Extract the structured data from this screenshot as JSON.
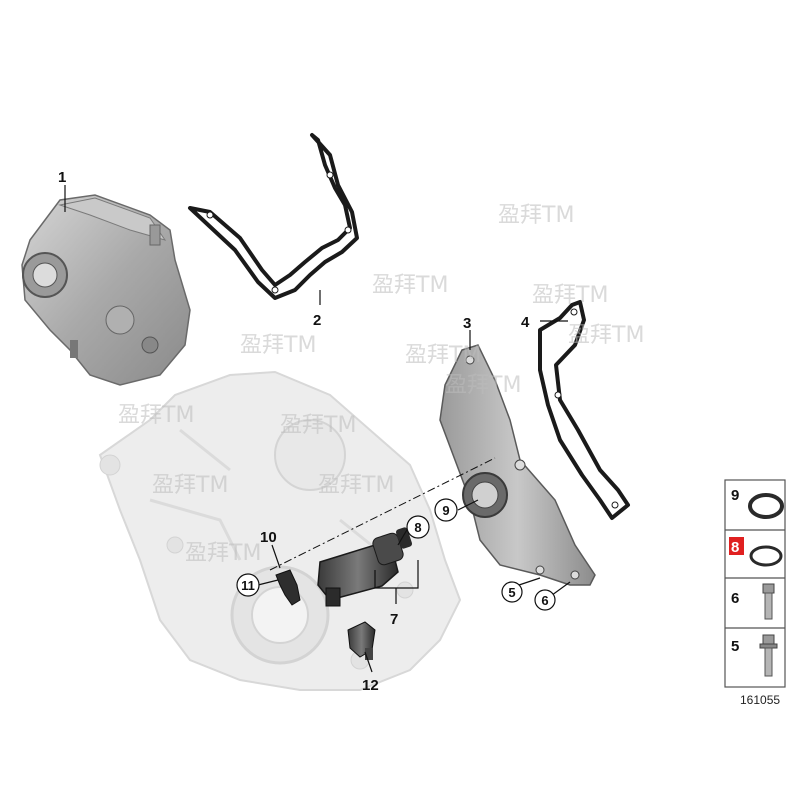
{
  "watermark": "盈拜TM",
  "callouts": {
    "c1": "1",
    "c2": "2",
    "c3": "3",
    "c4": "4",
    "c5": "5",
    "c6": "6",
    "c7": "7",
    "c8": "8",
    "c9": "9",
    "c10": "10",
    "c11": "11",
    "c12": "12"
  },
  "legend": {
    "items": [
      {
        "label": "9",
        "icon": "o-ring-thick"
      },
      {
        "label": "8",
        "icon": "o-ring-thin",
        "highlighted": true
      },
      {
        "label": "6",
        "icon": "hex-bolt"
      },
      {
        "label": "5",
        "icon": "flange-bolt"
      }
    ],
    "highlight_color": "#e02020"
  },
  "reference_number": "161055"
}
